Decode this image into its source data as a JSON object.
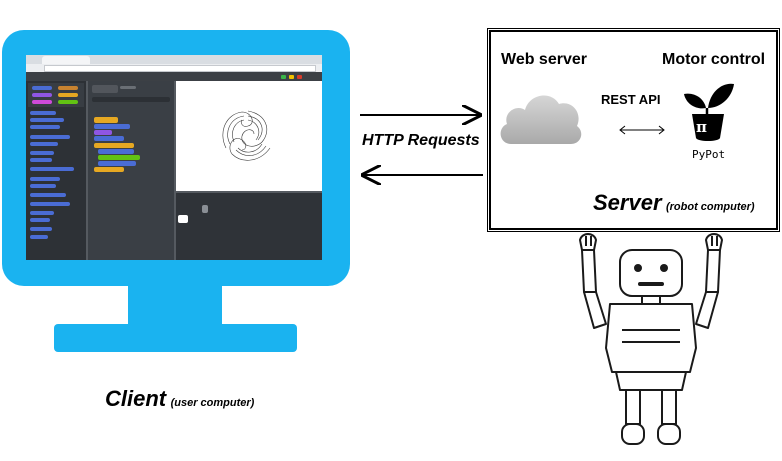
{
  "client": {
    "title": "Client",
    "subtitle": "(user computer)",
    "monitor_color": "#1ab3f0"
  },
  "arrows": {
    "http_label": "HTTP Requests"
  },
  "server": {
    "title": "Server",
    "subtitle": "(robot computer)",
    "web_server_label": "Web server",
    "motor_control_label": "Motor control",
    "rest_api_label": "REST API",
    "pypot_label": "PyPot",
    "pi_symbol": "π"
  },
  "icons": {
    "cloud": "cloud-icon",
    "pypot": "pypot-plant-icon",
    "robot": "robot-icon"
  }
}
